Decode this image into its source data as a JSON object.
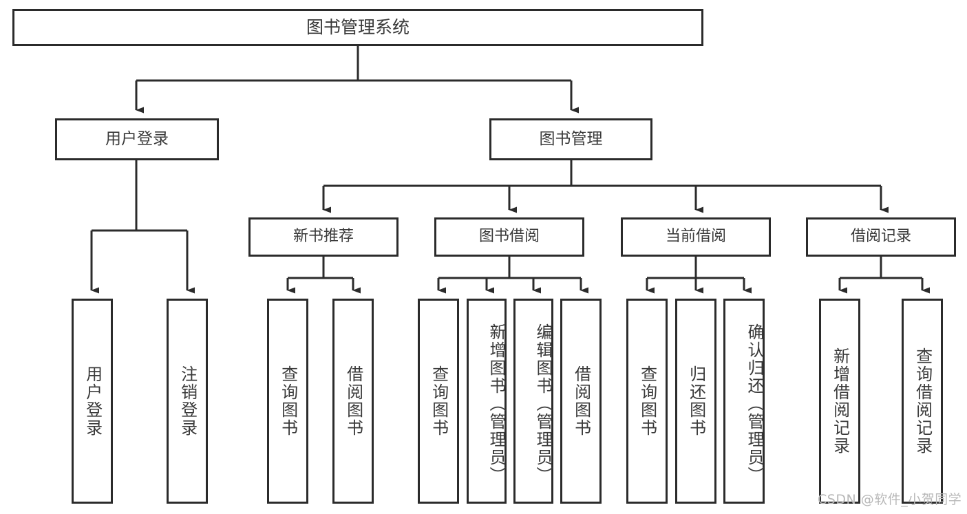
{
  "diagram": {
    "title": "图书管理系统",
    "type": "hierarchy-tree",
    "nodes": {
      "root": {
        "label": "图书管理系统"
      },
      "level2": [
        {
          "id": "user-login",
          "label": "用户登录"
        },
        {
          "id": "book-management",
          "label": "图书管理"
        }
      ],
      "level3": [
        {
          "id": "new-book-recommend",
          "label": "新书推荐"
        },
        {
          "id": "book-borrow",
          "label": "图书借阅"
        },
        {
          "id": "current-borrow",
          "label": "当前借阅"
        },
        {
          "id": "borrow-record",
          "label": "借阅记录"
        }
      ],
      "leaves": [
        {
          "id": "leaf-user-login",
          "label": "用户登录",
          "parent": "user-login"
        },
        {
          "id": "leaf-logout-login",
          "label": "注销登录",
          "parent": "user-login"
        },
        {
          "id": "leaf-query-book-1",
          "label": "查询图书",
          "parent": "new-book-recommend"
        },
        {
          "id": "leaf-borrow-book-1",
          "label": "借阅图书",
          "parent": "new-book-recommend"
        },
        {
          "id": "leaf-query-book-2",
          "label": "查询图书",
          "parent": "book-borrow"
        },
        {
          "id": "leaf-add-book-admin",
          "label": "新增图书（管理员）",
          "parent": "book-borrow"
        },
        {
          "id": "leaf-edit-book-admin",
          "label": "编辑图书（管理员）",
          "parent": "book-borrow"
        },
        {
          "id": "leaf-borrow-book-2",
          "label": "借阅图书",
          "parent": "book-borrow"
        },
        {
          "id": "leaf-query-book-3",
          "label": "查询图书",
          "parent": "current-borrow"
        },
        {
          "id": "leaf-return-book",
          "label": "归还图书",
          "parent": "current-borrow"
        },
        {
          "id": "leaf-confirm-return-admin",
          "label": "确认归还（管理员）",
          "parent": "current-borrow"
        },
        {
          "id": "leaf-add-borrow-record",
          "label": "新增借阅记录",
          "parent": "borrow-record"
        },
        {
          "id": "leaf-query-borrow-record",
          "label": "查询借阅记录",
          "parent": "borrow-record"
        }
      ]
    },
    "colors": {
      "stroke": "#2b2b2b",
      "text": "#3a3a3a",
      "background": "#ffffff",
      "watermark": "#b8b8b8"
    }
  },
  "watermark": {
    "text": "CSDN @软件_小贺同学"
  }
}
